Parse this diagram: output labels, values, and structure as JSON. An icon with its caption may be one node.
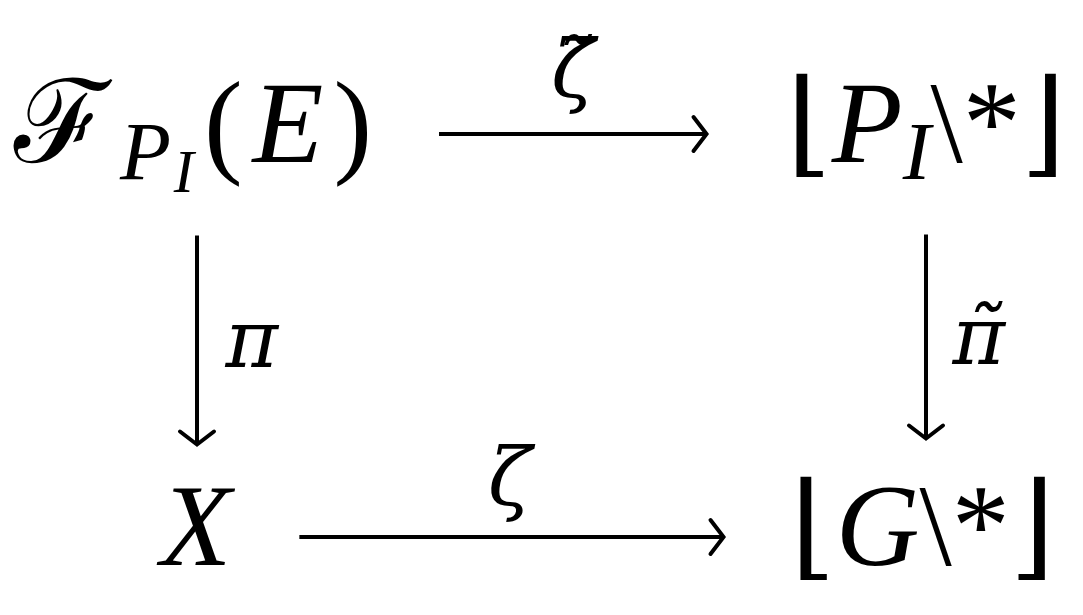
{
  "diagram": {
    "nodes": [
      {
        "text": [
          "ℱ$_{P}$$_{I}$(*E*)"
        ]
      },
      {
        "text": [
          "⌊*P*$_{I}$\\*⌋"
        ]
      },
      {
        "text": [
          "X"
        ]
      },
      {
        "text": [
          "⌊*G*\\*⌋"
        ]
      }
    ],
    "edges": [
      {
        "from": 0,
        "to": 1,
        "arrow": "to",
        "label": "ζ̃"
      },
      {
        "from": 0,
        "to": 2,
        "arrow": "to",
        "label": "π"
      },
      {
        "from": 1,
        "to": 3,
        "arrow": "to",
        "label": "π̃"
      },
      {
        "from": 2,
        "to": 3,
        "arrow": "to",
        "label": "ζ"
      }
    ]
  }
}
